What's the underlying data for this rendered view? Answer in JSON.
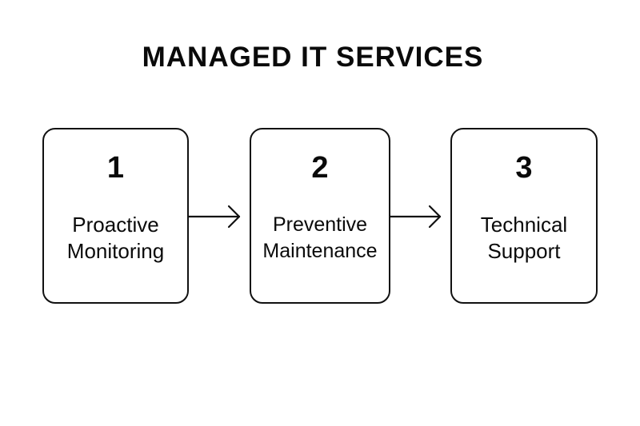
{
  "title": "MANAGED IT SERVICES",
  "steps": [
    {
      "number": "1",
      "label_lines": [
        "Proactive",
        "Monitoring"
      ]
    },
    {
      "number": "2",
      "label_lines": [
        "Preventive",
        "Maintenance"
      ]
    },
    {
      "number": "3",
      "label_lines": [
        "Technical",
        "Support"
      ]
    }
  ],
  "colors": {
    "background": "#ffffff",
    "stroke": "#111111",
    "text": "#0a0a0a"
  },
  "icons": {
    "connector": "arrow-right-icon"
  }
}
